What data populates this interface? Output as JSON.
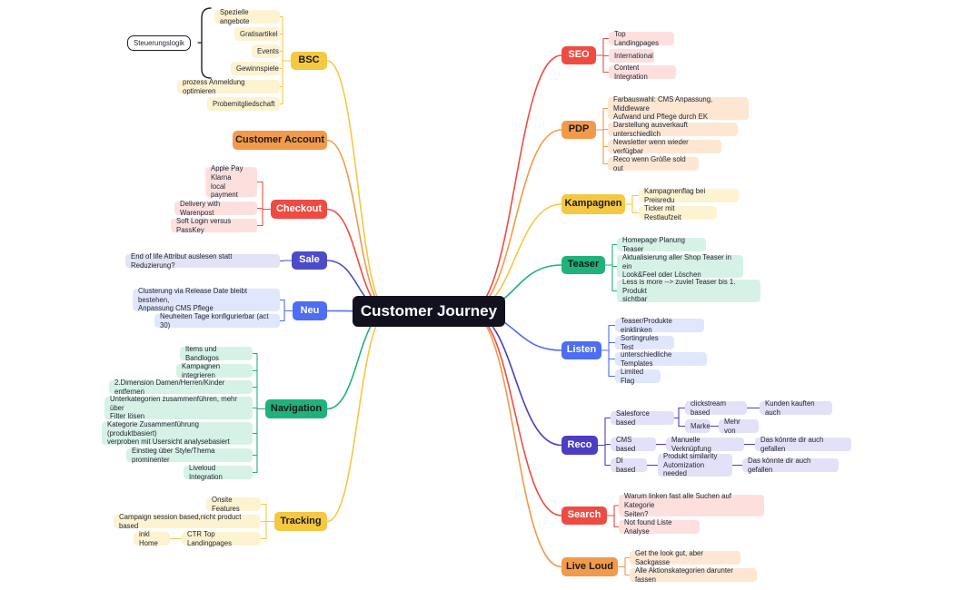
{
  "central": "Customer Journey",
  "colors": {
    "yellow": "#f5c842",
    "yellow_light": "#fdf3d0",
    "orange": "#f29a49",
    "orange_light": "#fde7d3",
    "red": "#ef4b43",
    "red_light": "#fde0de",
    "indigo": "#4c4cc9",
    "indigo_light": "#e2e3f7",
    "blue": "#4d6ef2",
    "blue_light": "#e0e6fc",
    "green": "#1fb27a",
    "green_light": "#d6f2e6",
    "purple": "#4b3ec2",
    "purple_light": "#e3e1f7"
  },
  "branches": {
    "bsc": {
      "label": "BSC",
      "items": [
        "Spezielle angebote",
        "Gratisartikel",
        "Events",
        "Gewinnspiele",
        "prozess Anmeldung optimieren",
        "Probemitgliedschaft"
      ],
      "bracket_label": "Steuerungslogik"
    },
    "customer_account": {
      "label": "Customer Account"
    },
    "checkout": {
      "label": "Checkout",
      "items": [
        "Apple Pay\nKlarna\nlocal payment",
        "Delivery with Warenpost",
        "Soft Login versus PassKey"
      ]
    },
    "sale": {
      "label": "Sale",
      "items": [
        "End of life Attribut auslesen statt Reduzierung?"
      ]
    },
    "neu": {
      "label": "Neu",
      "items": [
        "Clusterung via Release Date bleibt bestehen,\nAnpassung CMS Pflege",
        "Neuheiten Tage konfigurierbar (act 30)"
      ]
    },
    "navigation": {
      "label": "Navigation",
      "items": [
        "Items und Bandlogos",
        "Kampagnen integrieren",
        "2.Dimension Damen/Herren/Kinder entfernen",
        "Unterkategorien zusammenführen, mehr über\nFilter lösen",
        "Kategorie Zusammenführung (produktbasiert)\nverproben mit Usersicht analysebasiert",
        "Einstieg über Style/Thema prominenter",
        "Liveloud Integration"
      ]
    },
    "tracking": {
      "label": "Tracking",
      "items": [
        "Onsite Features",
        "Campaign session based,nicht product based",
        "CTR Top Landingpages"
      ],
      "sub": "inkl Home"
    },
    "seo": {
      "label": "SEO",
      "items": [
        "Top Landingpages",
        "International",
        "Content Integration"
      ]
    },
    "pdp": {
      "label": "PDP",
      "items": [
        "Farbauswahl: CMS Anpassung, Middleware\nAufwand und Pflege durch EK",
        "Darstellung ausverkauft unterschiedlich",
        "Newsletter wenn wieder verfügbar",
        "Reco wenn Größe sold out"
      ]
    },
    "kampagnen": {
      "label": "Kampagnen",
      "items": [
        "Kampagnenflag bei Preisredu",
        "Ticker mit Restlaufzeit"
      ]
    },
    "teaser": {
      "label": "Teaser",
      "items": [
        "Homepage Planung Teaser",
        "Aktualisierung aller Shop Teaser in ein\nLook&Feel oder Löschen",
        "Less is more --> zuviel Teaser bis 1. Produkt\nsichtbar"
      ]
    },
    "listen": {
      "label": "Listen",
      "items": [
        "Teaser/Produkte einklinken",
        "Sortingrules Test",
        "unterschiedliche Templates",
        "Limited Flag"
      ]
    },
    "reco": {
      "label": "Reco",
      "salesforce": "Salesforce based",
      "clickstream": "clickstream based",
      "kunden": "Kunden kauften auch",
      "marke": "Marke",
      "mehr_von": "Mehr von",
      "cms": "CMS based",
      "manuelle": "Manuelle Verknüpfung",
      "koennte1": "Das könnte dir auch gefallen",
      "di": "DI based",
      "similarity": "Produkt similarity\nAutomization needed",
      "koennte2": "Das könnte dir auch gefallen"
    },
    "search": {
      "label": "Search",
      "items": [
        "Warum linken fast alle Suchen auf Kategorie\nSeiten?",
        "Not found Liste Analyse"
      ]
    },
    "live_loud": {
      "label": "Live Loud",
      "items": [
        "Get the look gut, aber Sackgasse",
        "Alle Aktionskategorien darunter fassen"
      ]
    }
  }
}
